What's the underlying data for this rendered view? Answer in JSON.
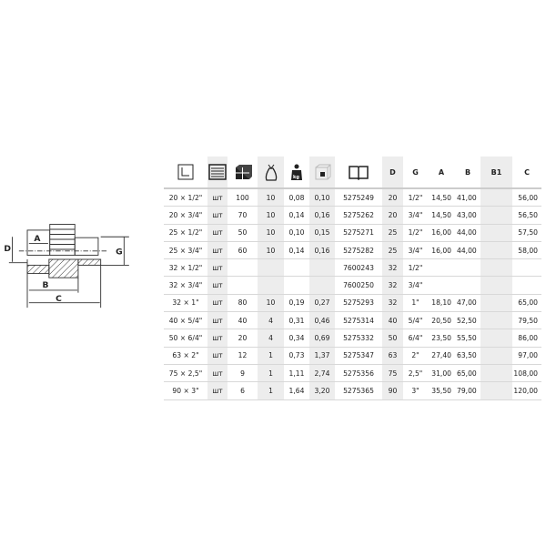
{
  "drawing": {
    "labels": {
      "a": "A",
      "b": "B",
      "c": "C",
      "d": "D",
      "g": "G"
    }
  },
  "header": {
    "icons": [
      "dimension-icon",
      "unit-icon",
      "package-icon",
      "bag-icon",
      "weight-icon",
      "box-icon",
      "catalog-icon"
    ],
    "weight_label": "kg",
    "cols": [
      "D",
      "G",
      "A",
      "B",
      "B1",
      "C"
    ]
  },
  "rows": [
    [
      "20 × 1/2\"",
      "шт",
      "100",
      "10",
      "0,08",
      "0,10",
      "5275249",
      "20",
      "1/2\"",
      "14,50",
      "41,00",
      "",
      "56,00"
    ],
    [
      "20 × 3/4\"",
      "шт",
      "70",
      "10",
      "0,14",
      "0,16",
      "5275262",
      "20",
      "3/4\"",
      "14,50",
      "43,00",
      "",
      "56,50"
    ],
    [
      "25 × 1/2\"",
      "шт",
      "50",
      "10",
      "0,10",
      "0,15",
      "5275271",
      "25",
      "1/2\"",
      "16,00",
      "44,00",
      "",
      "57,50"
    ],
    [
      "25 × 3/4\"",
      "шт",
      "60",
      "10",
      "0,14",
      "0,16",
      "5275282",
      "25",
      "3/4\"",
      "16,00",
      "44,00",
      "",
      "58,00"
    ],
    [
      "32 × 1/2\"",
      "шт",
      "",
      "",
      "",
      "",
      "7600243",
      "32",
      "1/2\"",
      "",
      "",
      "",
      ""
    ],
    [
      "32 × 3/4\"",
      "шт",
      "",
      "",
      "",
      "",
      "7600250",
      "32",
      "3/4\"",
      "",
      "",
      "",
      ""
    ],
    [
      "32 × 1\"",
      "шт",
      "80",
      "10",
      "0,19",
      "0,27",
      "5275293",
      "32",
      "1\"",
      "18,10",
      "47,00",
      "",
      "65,00"
    ],
    [
      "40 × 5/4\"",
      "шт",
      "40",
      "4",
      "0,31",
      "0,46",
      "5275314",
      "40",
      "5/4\"",
      "20,50",
      "52,50",
      "",
      "79,50"
    ],
    [
      "50 × 6/4\"",
      "шт",
      "20",
      "4",
      "0,34",
      "0,69",
      "5275332",
      "50",
      "6/4\"",
      "23,50",
      "55,50",
      "",
      "86,00"
    ],
    [
      "63 × 2\"",
      "шт",
      "12",
      "1",
      "0,73",
      "1,37",
      "5275347",
      "63",
      "2\"",
      "27,40",
      "63,50",
      "",
      "97,00"
    ],
    [
      "75 × 2,5\"",
      "шт",
      "9",
      "1",
      "1,11",
      "2,74",
      "5275356",
      "75",
      "2,5\"",
      "31,00",
      "65,00",
      "",
      "108,00"
    ],
    [
      "90 × 3\"",
      "шт",
      "6",
      "1",
      "1,64",
      "3,20",
      "5275365",
      "90",
      "3\"",
      "35,50",
      "79,00",
      "",
      "120,00"
    ]
  ]
}
